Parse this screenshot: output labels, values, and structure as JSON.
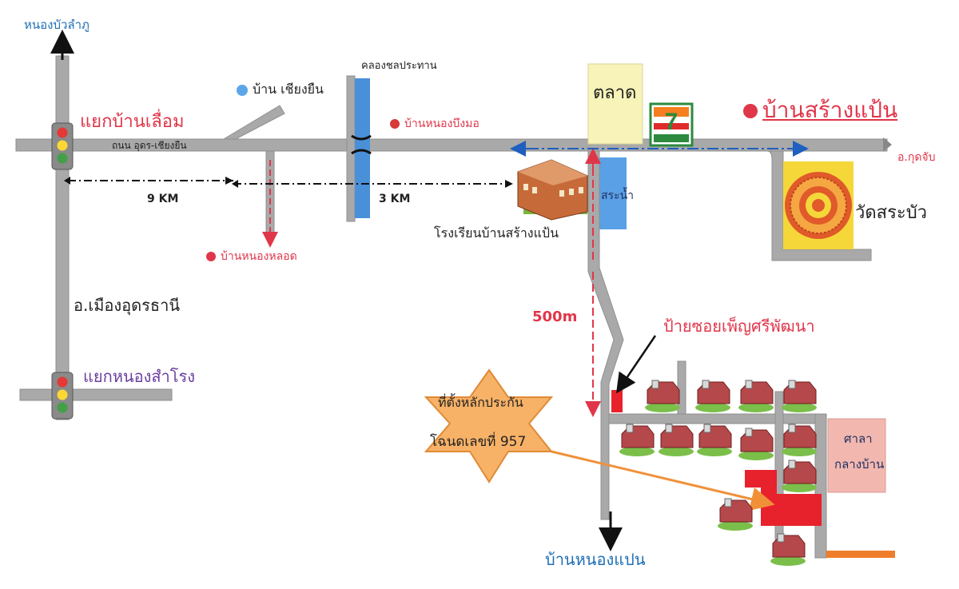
{
  "labels": {
    "north_town": "หนองบัวลำภู",
    "junction_top": "แยกบ้านเลื่อม",
    "road_name": "ถนน อุดร-เชียงยืน",
    "village_chiangyuen": "บ้าน เชียงยืน",
    "canal": "คลองชลประทาน",
    "village_nongbuengmo": "บ้านหนองบึงมอ",
    "market": "ตลาด",
    "seven_eleven": "7-ELEVEN",
    "title": "บ้านสร้างแป้น",
    "district_kutchap": "อ.กุดจับ",
    "distance_9": "9 KM",
    "distance_3": "3 KM",
    "pond": "สระน้ำ",
    "temple": "วัดสระบัว",
    "school": "โรงเรียนบ้านสร้างแป้น",
    "village_nonglot": "บ้านหนองหลอด",
    "district_muang": "อ.เมืองอุดรธานี",
    "distance_500": "500m",
    "soi_sign": "ป้ายซอยเพ็ญศรีพัฒนา",
    "junction_bottom": "แยกหนองสำโรง",
    "deed_line1": "ที่ตั้งหลักประกัน",
    "deed_line2": "โฉนดเลขที่ 957",
    "hall_line1": "ศาลา",
    "hall_line2": "กลางบ้าน",
    "south_village": "บ้านหนองแปน"
  },
  "colors": {
    "road": "#a9a9a9",
    "road_edge": "#8f8f8f",
    "canal": "#4a90d9",
    "pond": "#5aa0e6",
    "market": "#f7f3b9",
    "temple_bg": "#f5d73a",
    "temple_ring": "#e05a2a",
    "hall": "#f2b8b0",
    "plot": "#e8222c",
    "star": "#f7b267",
    "title_red": "#e0364a",
    "label_blue": "#1f6fb5",
    "label_purple": "#6b3fa0"
  },
  "icons": [
    "traffic-light-icon",
    "school-building-icon",
    "seven-eleven-logo-icon",
    "temple-mandala-icon",
    "house-icon",
    "star-marker-icon",
    "location-dot-icon"
  ]
}
